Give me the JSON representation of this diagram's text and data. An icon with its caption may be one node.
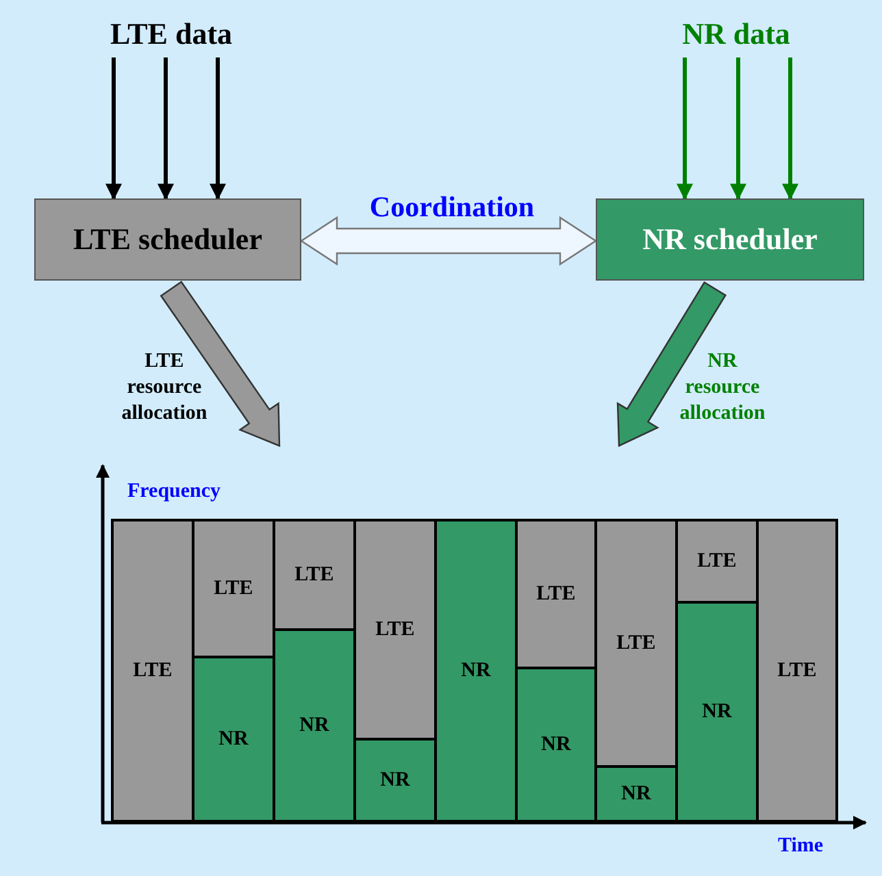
{
  "diagram": {
    "nodes": [
      {
        "text": [
          "LTE data"
        ]
      },
      {
        "text": [
          "NR data"
        ]
      },
      {
        "text": [
          "LTE scheduler"
        ]
      },
      {
        "text": [
          "NR scheduler"
        ]
      },
      {
        "text": [],
        "shape": "box"
      },
      {
        "text": [
          "LTE"
        ],
        "in": 4
      },
      {
        "text": [
          "LTE"
        ],
        "in": 4
      },
      {
        "text": [
          "NR"
        ],
        "in": 4
      },
      {
        "text": [
          "LTE"
        ],
        "in": 4
      },
      {
        "text": [
          "NR"
        ],
        "in": 4
      },
      {
        "text": [
          "LTE"
        ],
        "in": 4
      },
      {
        "text": [
          "NR"
        ],
        "in": 4
      },
      {
        "text": [
          "NR"
        ],
        "in": 4
      },
      {
        "text": [
          "LTE"
        ],
        "in": 4
      },
      {
        "text": [
          "NR"
        ],
        "in": 4
      },
      {
        "text": [
          "LTE"
        ],
        "in": 4
      },
      {
        "text": [
          "NR"
        ],
        "in": 4
      },
      {
        "text": [
          "LTE"
        ],
        "in": 4
      },
      {
        "text": [
          "NR"
        ],
        "in": 4
      },
      {
        "text": [
          "LTE"
        ],
        "in": 4
      }
    ],
    "edges": [
      {
        "from": 0,
        "to": 2,
        "arrow": "to"
      },
      {
        "from": 0,
        "to": 2,
        "arrow": "to"
      },
      {
        "from": 0,
        "to": 2,
        "arrow": "to"
      },
      {
        "from": 1,
        "to": 3,
        "arrow": "to",
        "color": "#008000"
      },
      {
        "from": 1,
        "to": 3,
        "arrow": "to",
        "color": "#008000"
      },
      {
        "from": 1,
        "to": 3,
        "arrow": "to",
        "color": "#008000"
      },
      {
        "from": 2,
        "to": 3,
        "arrow": "both",
        "style": "thick",
        "label": "Coordination"
      },
      {
        "from": 2,
        "to": 4,
        "arrow": "to",
        "style": "thick",
        "color": "#999999",
        "label": "LTE resource allocation"
      },
      {
        "from": 3,
        "to": 4,
        "arrow": "to",
        "style": "thick",
        "color": "#339966",
        "label": "NR resource allocation"
      }
    ],
    "labels": [
      "Frequency",
      "Time"
    ]
  }
}
